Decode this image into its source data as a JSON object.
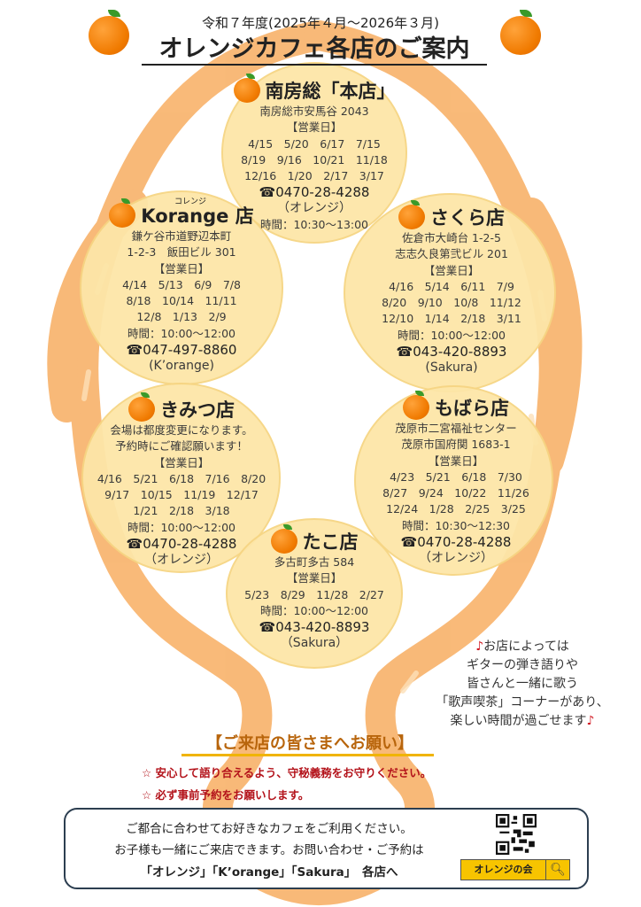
{
  "header": {
    "subtitle": "令和７年度(2025年４月〜2026年３月)",
    "title": "オレンジカフェ各店のご案内"
  },
  "days_label": "【営業日】",
  "stores": [
    {
      "id": "honten",
      "name": "南房総「本店」",
      "address": [
        "南房総市安馬谷 2043"
      ],
      "days": [
        "4/15　5/20　6/17　7/15",
        "8/19　9/16　10/21　11/18",
        "12/16　1/20　2/17　3/17"
      ],
      "phone": "0470-28-4288",
      "contact": "（オレンジ）",
      "time": "時間：10:30〜13:00",
      "time_last": true
    },
    {
      "id": "korange",
      "name": "Korange 店",
      "ruby": "コレンジ",
      "address": [
        "鎌ケ谷市道野辺本町",
        "1-2-3　飯田ビル 301"
      ],
      "days": [
        "4/14　5/13　6/9　7/8",
        "8/18　10/14　11/11",
        "12/8　1/13　2/9"
      ],
      "time": "時間：10:00〜12:00",
      "phone": "047-497-8860",
      "contact": "(K’orange)"
    },
    {
      "id": "sakura",
      "name": "さくら店",
      "address": [
        "佐倉市大崎台 1-2-5",
        "志志久良第弐ビル 201"
      ],
      "days": [
        "4/16　5/14　6/11　7/9",
        "8/20　9/10　10/8　11/12",
        "12/10　1/14　2/18　3/11"
      ],
      "time": "時間：10:00〜12:00",
      "phone": "043-420-8893",
      "contact": "(Sakura)"
    },
    {
      "id": "kimitsu",
      "name": "きみつ店",
      "address": [
        "会場は都度変更になります。",
        "予約時にご確認願います！"
      ],
      "days": [
        "4/16　5/21　6/18　7/16　8/20",
        "9/17　10/15　11/19　12/17",
        "1/21　2/18　3/18"
      ],
      "time": "時間：10:00〜12:00",
      "phone": "0470-28-4288",
      "contact": "（オレンジ）"
    },
    {
      "id": "mobara",
      "name": "もばら店",
      "address": [
        "茂原市二宮福祉センター",
        "茂原市国府関 1683-1"
      ],
      "days": [
        "4/23　5/21　6/18　7/30",
        "8/27　9/24　10/22　11/26",
        "12/24　1/28　2/25　3/25"
      ],
      "time": "時間：10:30〜12:30",
      "phone": "0470-28-4288",
      "contact": "（オレンジ）"
    },
    {
      "id": "tako",
      "name": "たこ店",
      "address": [
        "多古町多古 584"
      ],
      "days": [
        "5/23　8/29　11/28　2/27"
      ],
      "time": "時間：10:00〜12:00",
      "phone": "043-420-8893",
      "contact": "（Sakura）"
    }
  ],
  "note": {
    "mark": "♪",
    "lines": [
      "お店によっては",
      "ギターの弾き語りや",
      "皆さんと一緒に歌う",
      "「歌声喫茶」コーナーがあり、",
      "楽しい時間が過ごせます"
    ]
  },
  "requests": {
    "title": "【ご来店の皆さまへお願い】",
    "items": [
      "☆ 安心して語り合えるよう、守秘義務をお守りください。",
      "☆ 必ず事前予約をお願いします。"
    ]
  },
  "footer": {
    "lines": [
      "ご都合に合わせてお好きなカフェをご利用ください。",
      "お子様も一緒にご来店できます。お問い合わせ・ご予約は",
      "「オレンジ」「K’orange」「Sakura」　各店へ"
    ],
    "search_label": "オレンジの会",
    "search_icon": "magnifier-icon"
  },
  "colors": {
    "rope": "#f8b26a",
    "circle": "#fde6a8",
    "accent": "#f07a00",
    "alert": "#b3121a"
  }
}
